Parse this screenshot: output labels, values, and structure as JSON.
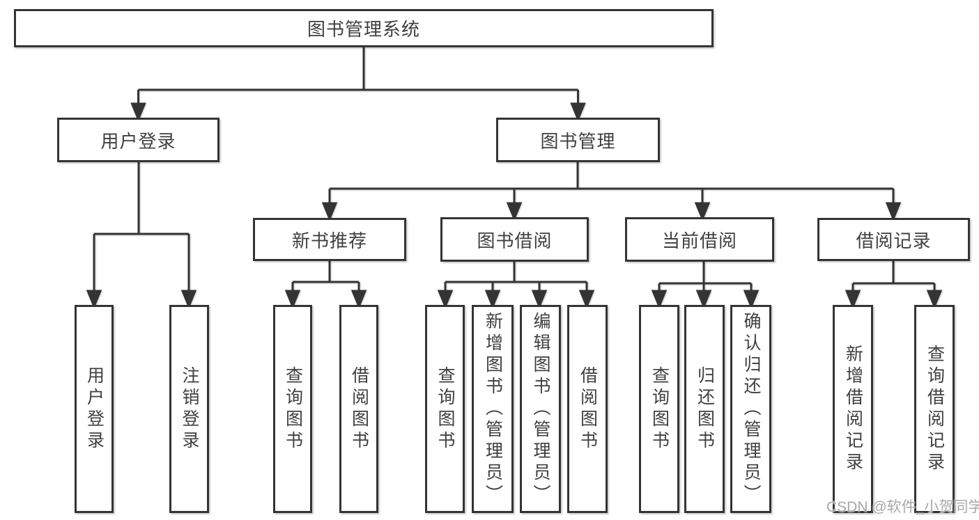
{
  "diagram_title": "图书管理系统",
  "nodes": {
    "root": {
      "label": "图书管理系统"
    },
    "user_login": {
      "label": "用户登录",
      "children": [
        {
          "label": "用户登录"
        },
        {
          "label": "注销登录"
        }
      ]
    },
    "book_mgmt": {
      "label": "图书管理",
      "children": [
        {
          "label": "新书推荐",
          "children": [
            {
              "label": "查询图书"
            },
            {
              "label": "借阅图书"
            }
          ]
        },
        {
          "label": "图书借阅",
          "children": [
            {
              "label": "查询图书"
            },
            {
              "label": "新增图书（管理员）"
            },
            {
              "label": "编辑图书（管理员）"
            },
            {
              "label": "借阅图书"
            }
          ]
        },
        {
          "label": "当前借阅",
          "children": [
            {
              "label": "查询图书"
            },
            {
              "label": "归还图书"
            },
            {
              "label": "确认归还（管理员）"
            }
          ]
        },
        {
          "label": "借阅记录",
          "children": [
            {
              "label": "新增借阅记录"
            },
            {
              "label": "查询借阅记录"
            }
          ]
        }
      ]
    }
  },
  "watermark": {
    "text": "CSDN @软件_小贺同学"
  },
  "colors": {
    "line": "#343434",
    "box_border": "#343434",
    "text": "#3f3f3f",
    "watermark": "#a8a8a8",
    "background": "#ffffff"
  }
}
